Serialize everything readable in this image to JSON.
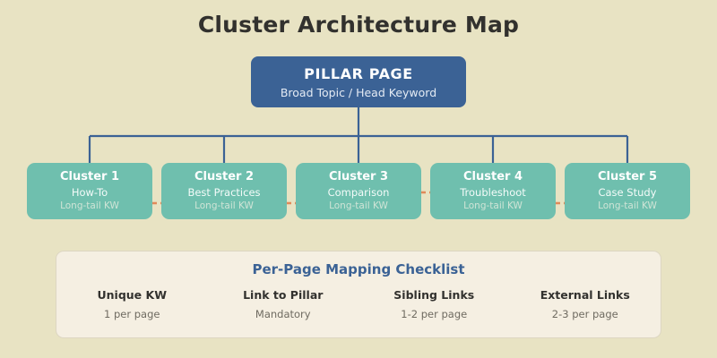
{
  "page": {
    "title": "Cluster Architecture Map",
    "background_color": "#e8e3c3"
  },
  "pillar": {
    "title": "PILLAR PAGE",
    "subtitle": "Broad Topic / Head Keyword",
    "color": "#3b6295"
  },
  "clusters": {
    "color": "#6fbfae",
    "connector_color": "#3b6295",
    "sibling_link_color": "#e08a5a",
    "items": [
      {
        "title": "Cluster 1",
        "subtitle": "How-To",
        "keyword": "Long-tail KW"
      },
      {
        "title": "Cluster 2",
        "subtitle": "Best Practices",
        "keyword": "Long-tail KW"
      },
      {
        "title": "Cluster 3",
        "subtitle": "Comparison",
        "keyword": "Long-tail KW"
      },
      {
        "title": "Cluster 4",
        "subtitle": "Troubleshoot",
        "keyword": "Long-tail KW"
      },
      {
        "title": "Cluster 5",
        "subtitle": "Case Study",
        "keyword": "Long-tail KW"
      }
    ]
  },
  "checklist": {
    "title": "Per-Page Mapping Checklist",
    "title_color": "#3b6295",
    "panel_color": "#f5efe2",
    "columns": [
      {
        "label": "Unique KW",
        "value": "1 per page"
      },
      {
        "label": "Link to Pillar",
        "value": "Mandatory"
      },
      {
        "label": "Sibling Links",
        "value": "1-2 per page"
      },
      {
        "label": "External Links",
        "value": "2-3 per page"
      }
    ]
  }
}
